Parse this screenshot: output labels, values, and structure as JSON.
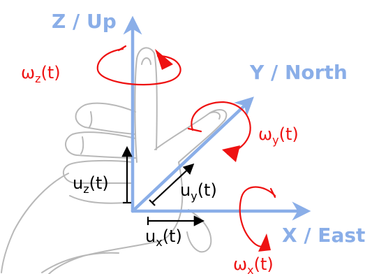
{
  "colors": {
    "axis": "#8aaee8",
    "rotation": "#ee1111",
    "translation": "#000000",
    "hand": "#b8b8b8"
  },
  "axes": {
    "z_label": "Z / Up",
    "y_label": "Y / North",
    "x_label": "X / East"
  },
  "rotations": {
    "omega": "ω",
    "time_arg": "(t)",
    "z_sub": "z",
    "y_sub": "y",
    "x_sub": "x"
  },
  "translations": {
    "u": "u",
    "time_arg": "(t)",
    "z_sub": "z",
    "y_sub": "y",
    "x_sub": "x"
  }
}
